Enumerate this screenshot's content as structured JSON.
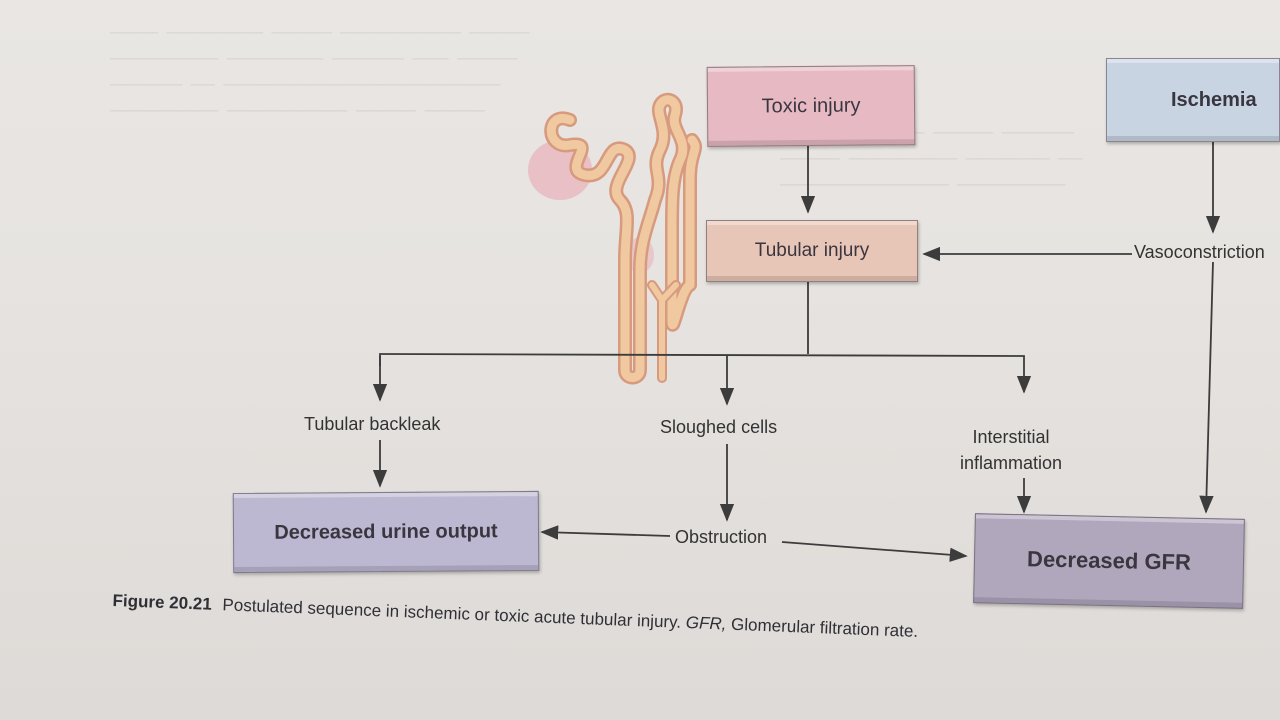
{
  "nodes": {
    "toxic_injury": "Toxic injury",
    "ischemia": "Ischemia",
    "tubular_injury": "Tubular injury",
    "vasoconstriction": "Vasoconstriction",
    "tubular_backleak": "Tubular backleak",
    "sloughed_cells": "Sloughed cells",
    "interstitial_inflammation_1": "Interstitial",
    "interstitial_inflammation_2": "inflammation",
    "decreased_urine_output": "Decreased urine output",
    "obstruction": "Obstruction",
    "decreased_gfr": "Decreased GFR"
  },
  "caption": {
    "figure_label": "Figure 20.21",
    "text_1": "Postulated sequence in ischemic or toxic acute tubular injury.",
    "abbr": "GFR,",
    "text_2": "Glomerular filtration rate."
  },
  "colors": {
    "toxic_box": "#e7b9c3",
    "ischemia_box": "#c9d4e3",
    "tubular_box": "#e8c6b7",
    "urine_box": "#bdb8d2",
    "gfr_box": "#b0a7bd",
    "arrow": "#3c3c3c",
    "nephron_fill": "#f0c9a0",
    "nephron_stroke": "#d79a7e"
  }
}
